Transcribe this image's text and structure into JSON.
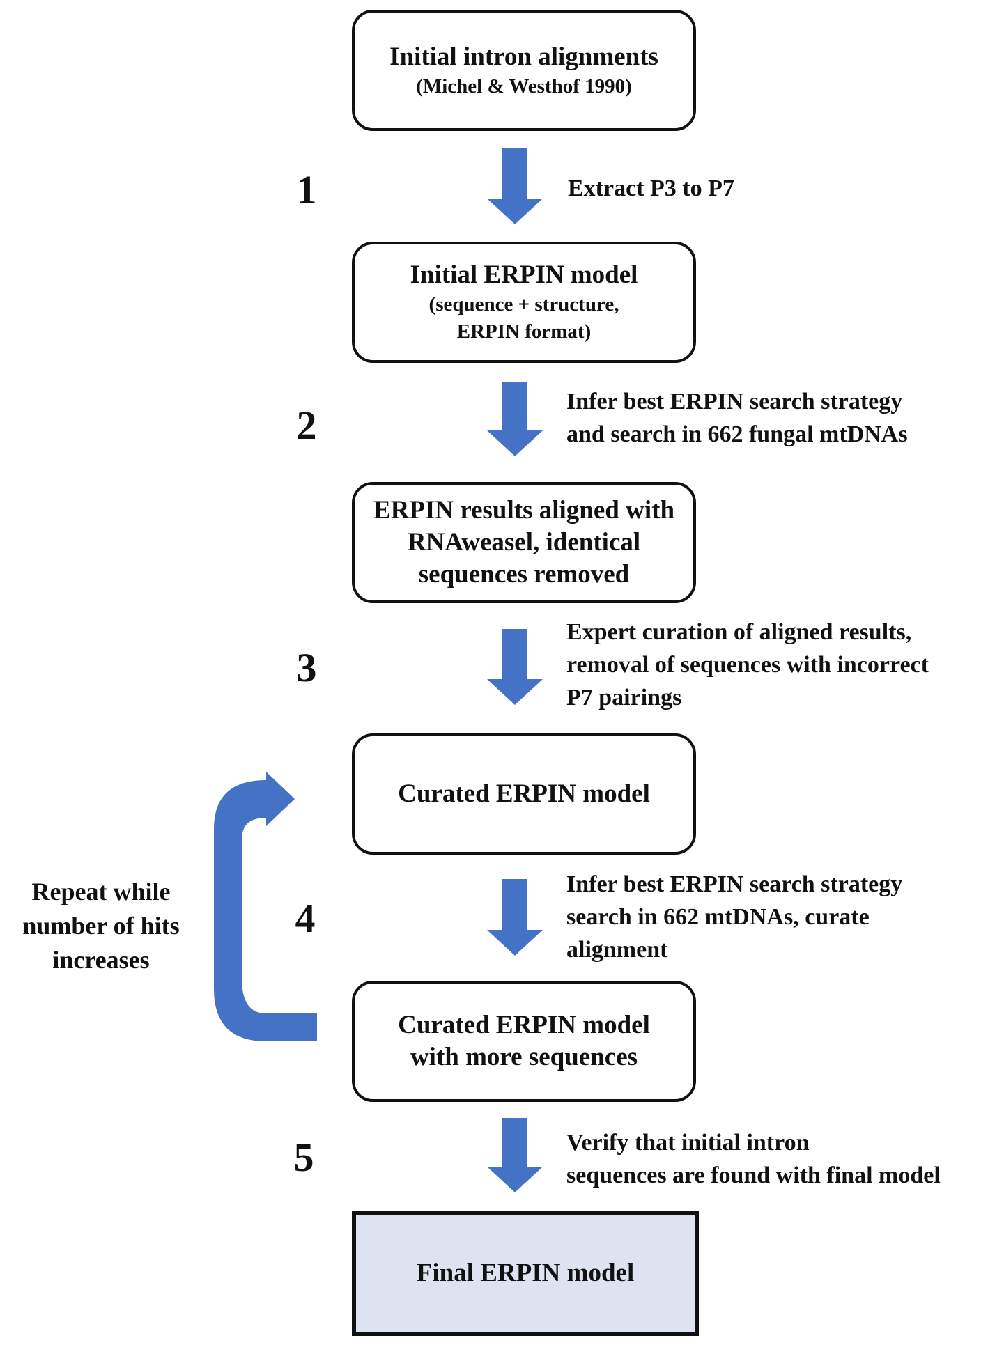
{
  "colors": {
    "arrow": "#4472c4",
    "box_border": "#111111",
    "final_box_fill": "#dde3f0"
  },
  "boxes": [
    {
      "lines": [
        "Initial intron alignments"
      ],
      "sub": [
        "(Michel & Westhof 1990)"
      ]
    },
    {
      "lines": [
        "Initial ERPIN model"
      ],
      "sub": [
        "(sequence + structure,",
        "ERPIN format)"
      ]
    },
    {
      "lines": [
        "ERPIN results aligned with",
        "RNAweasel, identical",
        "sequences removed"
      ],
      "sub": []
    },
    {
      "lines": [
        "Curated ERPIN model"
      ],
      "sub": []
    },
    {
      "lines": [
        "Curated ERPIN model",
        "with more sequences"
      ],
      "sub": []
    },
    {
      "lines": [
        "Final ERPIN model"
      ],
      "sub": []
    }
  ],
  "steps": [
    {
      "number": "1",
      "note": [
        "Extract P3 to P7"
      ]
    },
    {
      "number": "2",
      "note": [
        "Infer best ERPIN search strategy",
        "and search in 662 fungal mtDNAs"
      ]
    },
    {
      "number": "3",
      "note": [
        "Expert curation of aligned results,",
        "removal of sequences with incorrect",
        "P7 pairings"
      ]
    },
    {
      "number": "4",
      "note": [
        "Infer best ERPIN search strategy",
        "search in 662 mtDNAs, curate",
        "alignment"
      ]
    },
    {
      "number": "5",
      "note": [
        "Verify that initial intron",
        "sequences are found with final model"
      ]
    }
  ],
  "loop": {
    "label": [
      "Repeat while",
      "number of hits",
      "increases"
    ]
  }
}
